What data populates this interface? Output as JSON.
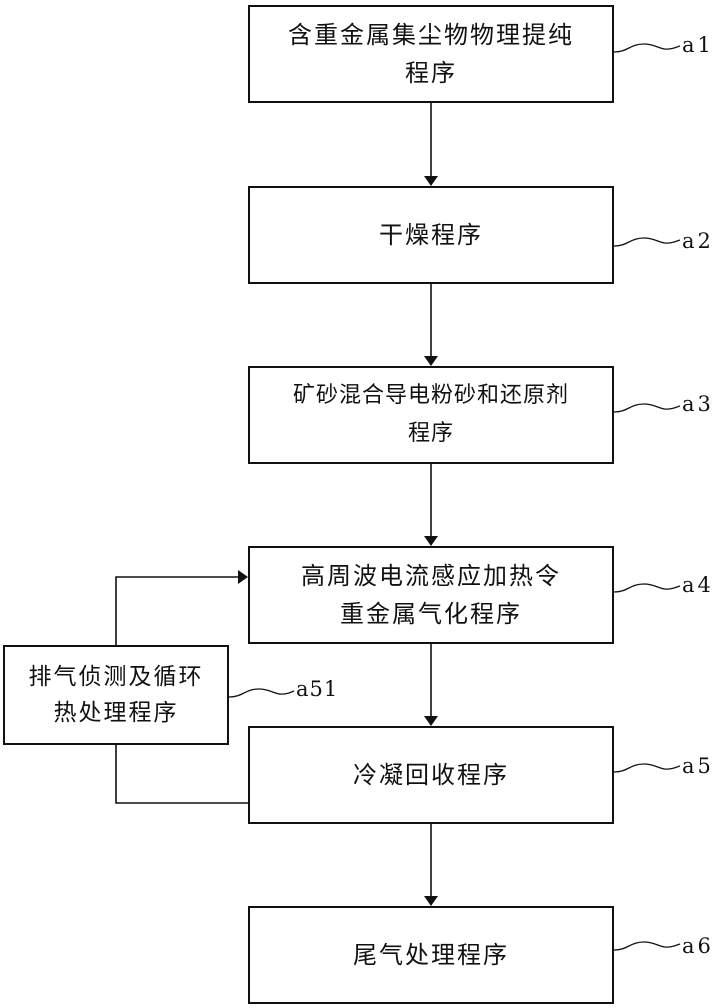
{
  "steps": [
    {
      "id": "a1",
      "label": "含重金属集尘物物理提纯\n程序"
    },
    {
      "id": "a2",
      "label": "干燥程序"
    },
    {
      "id": "a3",
      "label": "矿砂混合导电粉砂和还原剂\n程序"
    },
    {
      "id": "a4",
      "label": "高周波电流感应加热令\n重金属气化程序"
    },
    {
      "id": "a5",
      "label": "冷凝回收程序"
    },
    {
      "id": "a6",
      "label": "尾气处理程序"
    }
  ],
  "loop": {
    "id": "a51",
    "label": "排气侦测及循环\n热处理程序"
  },
  "refs": {
    "a1": "a1",
    "a2": "a2",
    "a3": "a3",
    "a4": "a4",
    "a5": "a5",
    "a6": "a6",
    "a51": "a51"
  }
}
